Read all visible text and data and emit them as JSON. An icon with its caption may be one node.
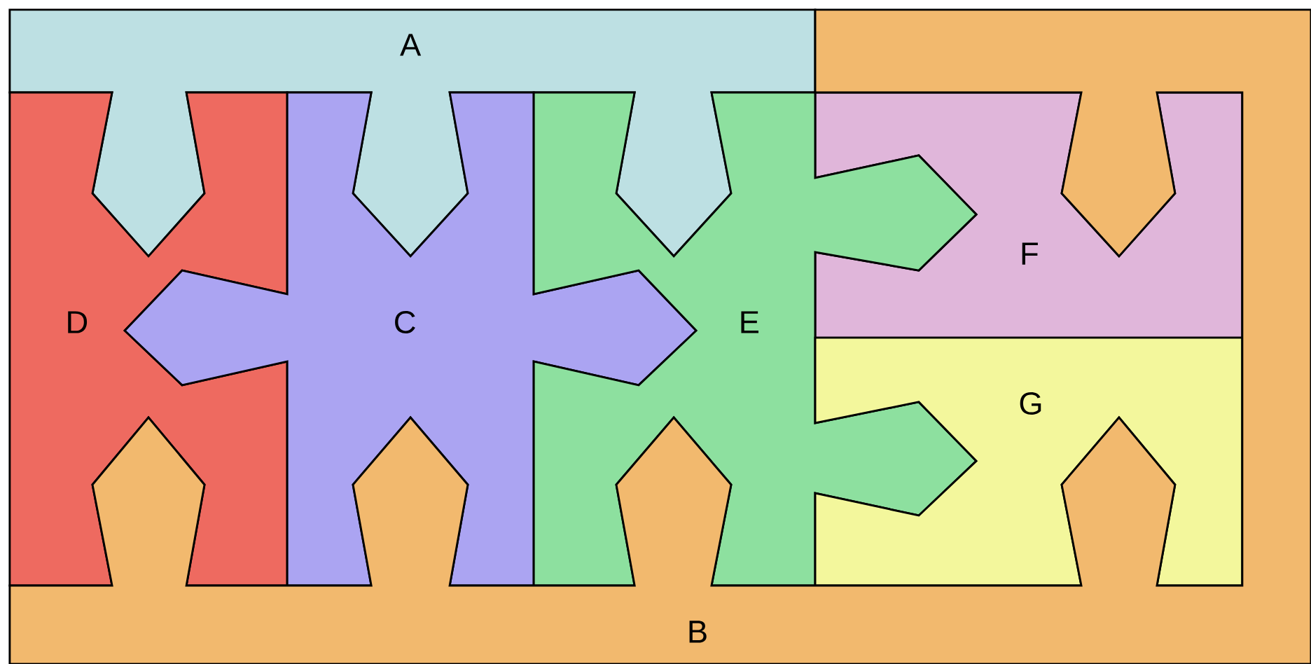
{
  "diagram": {
    "nodes": [
      {
        "text": [
          "A"
        ]
      },
      {
        "text": [
          "F"
        ]
      },
      {
        "text": [
          "D"
        ]
      },
      {
        "text": [
          "C"
        ]
      },
      {
        "text": [
          "E"
        ]
      },
      {
        "text": [
          "G"
        ]
      },
      {
        "text": [
          "B"
        ]
      }
    ]
  }
}
